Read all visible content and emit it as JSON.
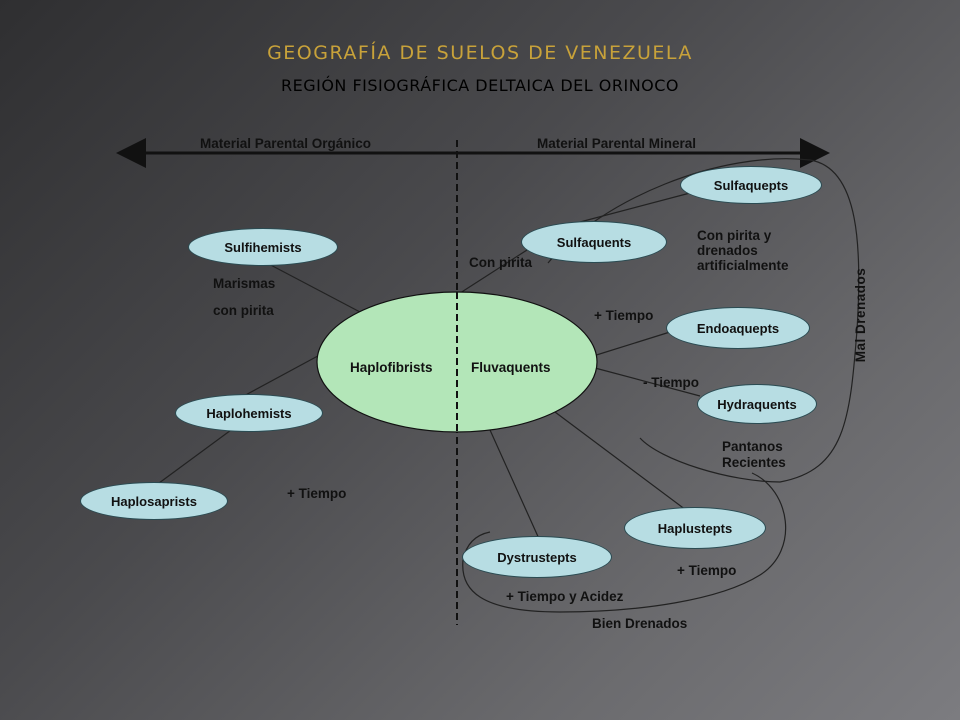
{
  "header": {
    "title": "GEOGRAFÍA DE SUELOS DE VENEZUELA",
    "subtitle": "REGIÓN FISIOGRÁFICA DELTAICA DEL ORINOCO"
  },
  "axis": {
    "left_label": "Material Parental Orgánico",
    "right_label": "Material Parental Mineral"
  },
  "center": {
    "left": "Haplofibrists",
    "right": "Fluvaquents"
  },
  "nodes": {
    "sulfihemists": "Sulfihemists",
    "haplohemists": "Haplohemists",
    "haplosaprists": "Haplosaprists",
    "sulfaquepts": "Sulfaquepts",
    "sulfaquents": "Sulfaquents",
    "endoaquepts": "Endoaquepts",
    "hydraquents": "Hydraquents",
    "haplustepts": "Haplustepts",
    "dystrustepts": "Dystrustepts"
  },
  "labels": {
    "marismas": "Marismas",
    "con_pirita_left": "con pirita",
    "tiempo_left": "+ Tiempo",
    "con_pirita_center": "Con pirita",
    "con_pirita_drenados": [
      "Con pirita y",
      "drenados",
      "artificialmente"
    ],
    "mas_tiempo_right": "+ Tiempo",
    "menos_tiempo": "- Tiempo",
    "pantanos": [
      "Pantanos",
      "Recientes"
    ],
    "mas_tiempo_bottom": "+ Tiempo",
    "tiempo_acidez": "+ Tiempo y Acidez",
    "bien_drenados": "Bien Drenados",
    "mal_drenados": "Mal Drenados"
  }
}
